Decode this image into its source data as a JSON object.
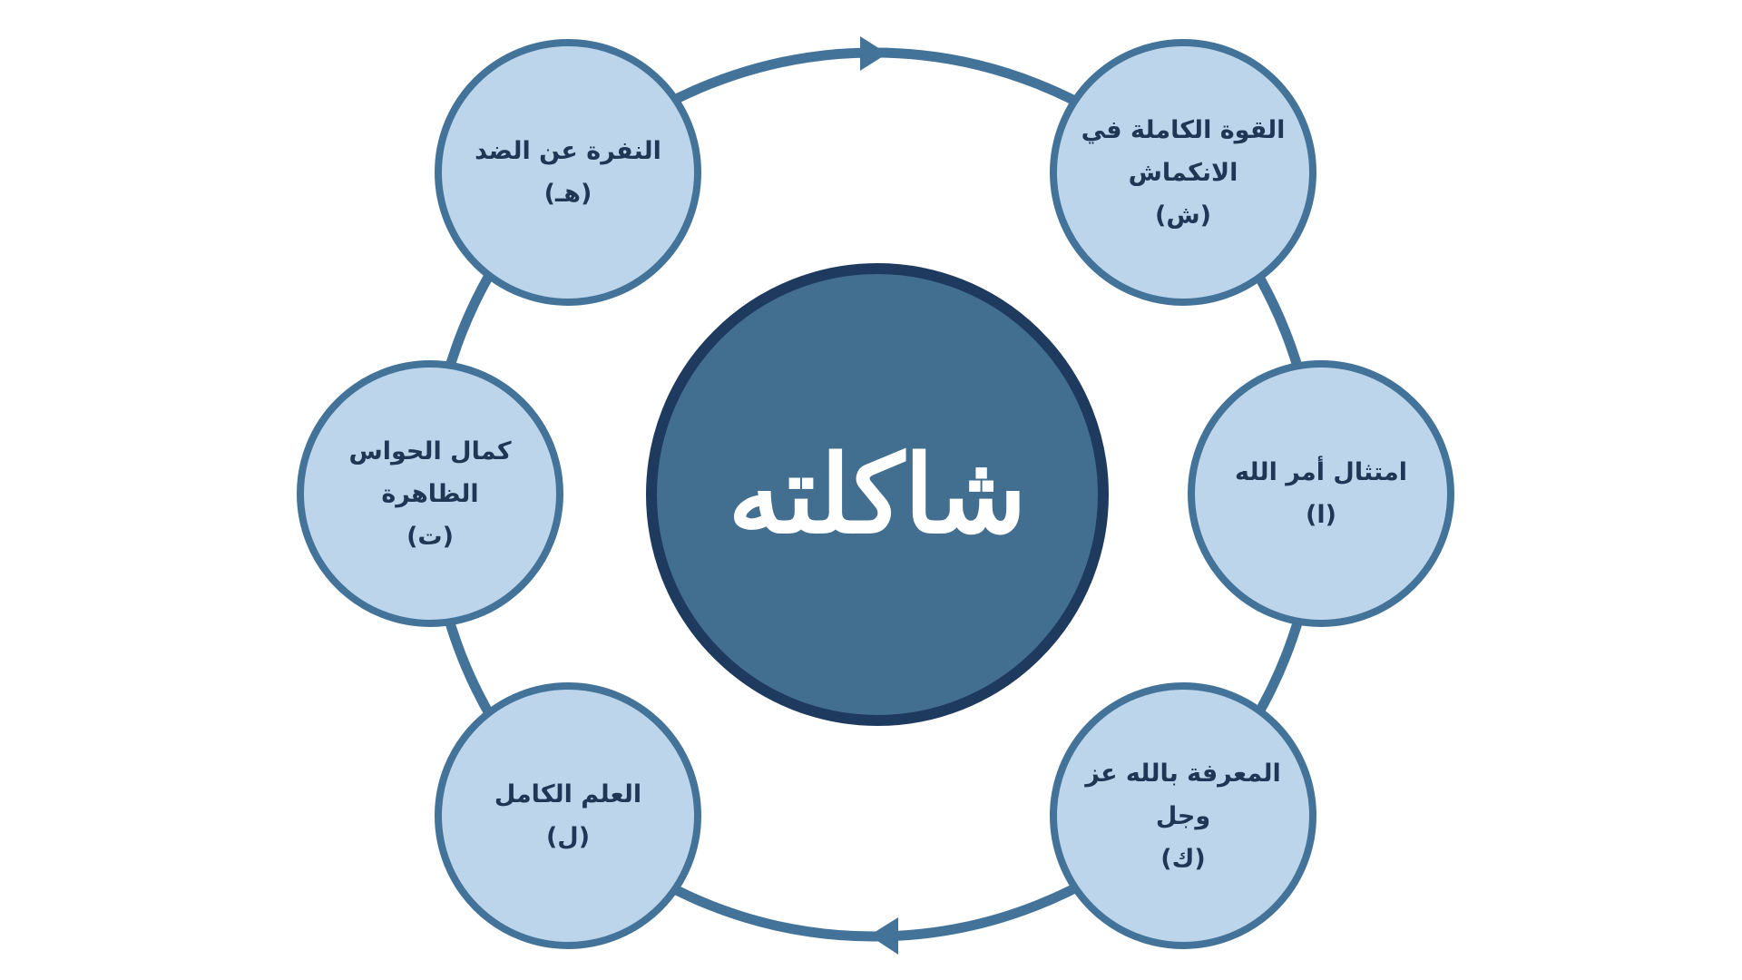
{
  "diagram": {
    "center_label": "شاكلته",
    "nodes": [
      {
        "id": "a",
        "lines": [
          "القوة الكاملة في",
          "الانكماش",
          "(ش)"
        ]
      },
      {
        "id": "b",
        "lines": [
          "امتثال أمر الله",
          "(ا)"
        ]
      },
      {
        "id": "c",
        "lines": [
          "المعرفة بالله عز",
          "وجل",
          "(ك)"
        ]
      },
      {
        "id": "d",
        "lines": [
          "العلم الكامل",
          "(ل)"
        ]
      },
      {
        "id": "e",
        "lines": [
          "كمال الحواس",
          "الظاهرة",
          "(ت)"
        ]
      },
      {
        "id": "f",
        "lines": [
          "النفرة عن الضد",
          "(هـ)"
        ]
      }
    ],
    "arrow_direction": "clockwise"
  },
  "colors": {
    "ring": "#44739a",
    "node_fill": "#bcd5ea",
    "node_border": "#44739a",
    "center_fill": "#426e8f",
    "center_border": "#1e3a5f",
    "node_text": "#1f3654",
    "center_text": "#ffffff"
  }
}
